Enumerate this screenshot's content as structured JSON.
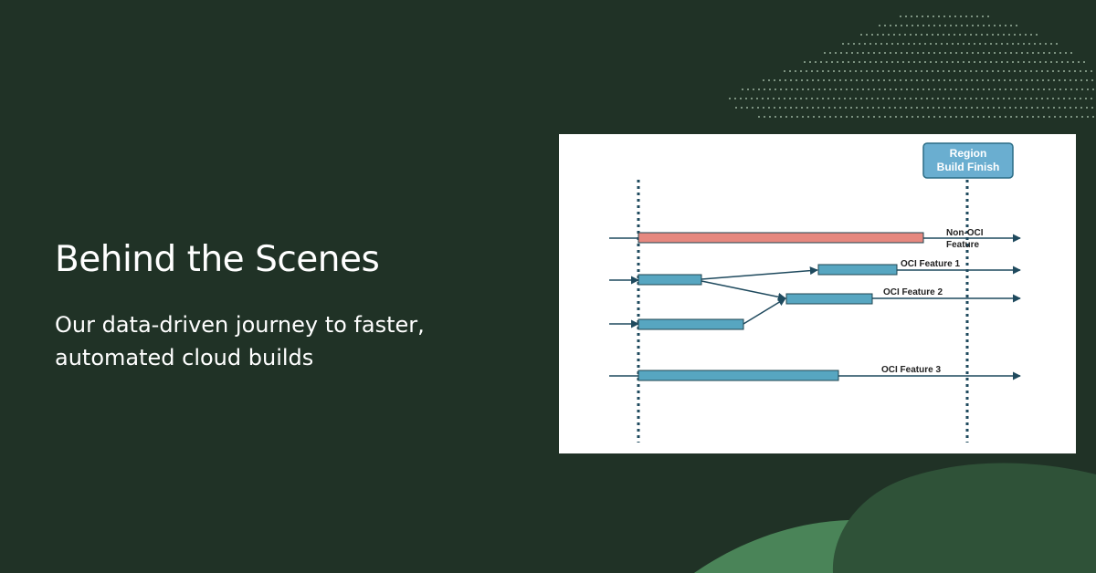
{
  "header": {
    "title": "Behind the Scenes",
    "subtitle": "Our data-driven journey to faster, automated cloud builds"
  },
  "diagram": {
    "finish_label_line1": "Region",
    "finish_label_line2": "Build Finish",
    "lanes": {
      "non_oci_line1": "Non-OCI",
      "non_oci_line2": "Feature",
      "feature1": "OCI Feature 1",
      "feature2": "OCI Feature 2",
      "feature3": "OCI Feature 3"
    },
    "colors": {
      "non_oci_bar": "#e6887f",
      "oci_bar": "#57a6c1",
      "bar_stroke": "#1f4450",
      "finish_label_bg": "#6aaed0",
      "divider": "#1f4a5e"
    }
  },
  "background": {
    "colors": {
      "base": "#203226",
      "hill_light": "#4a8458",
      "hill_dark": "#2f5238"
    }
  }
}
